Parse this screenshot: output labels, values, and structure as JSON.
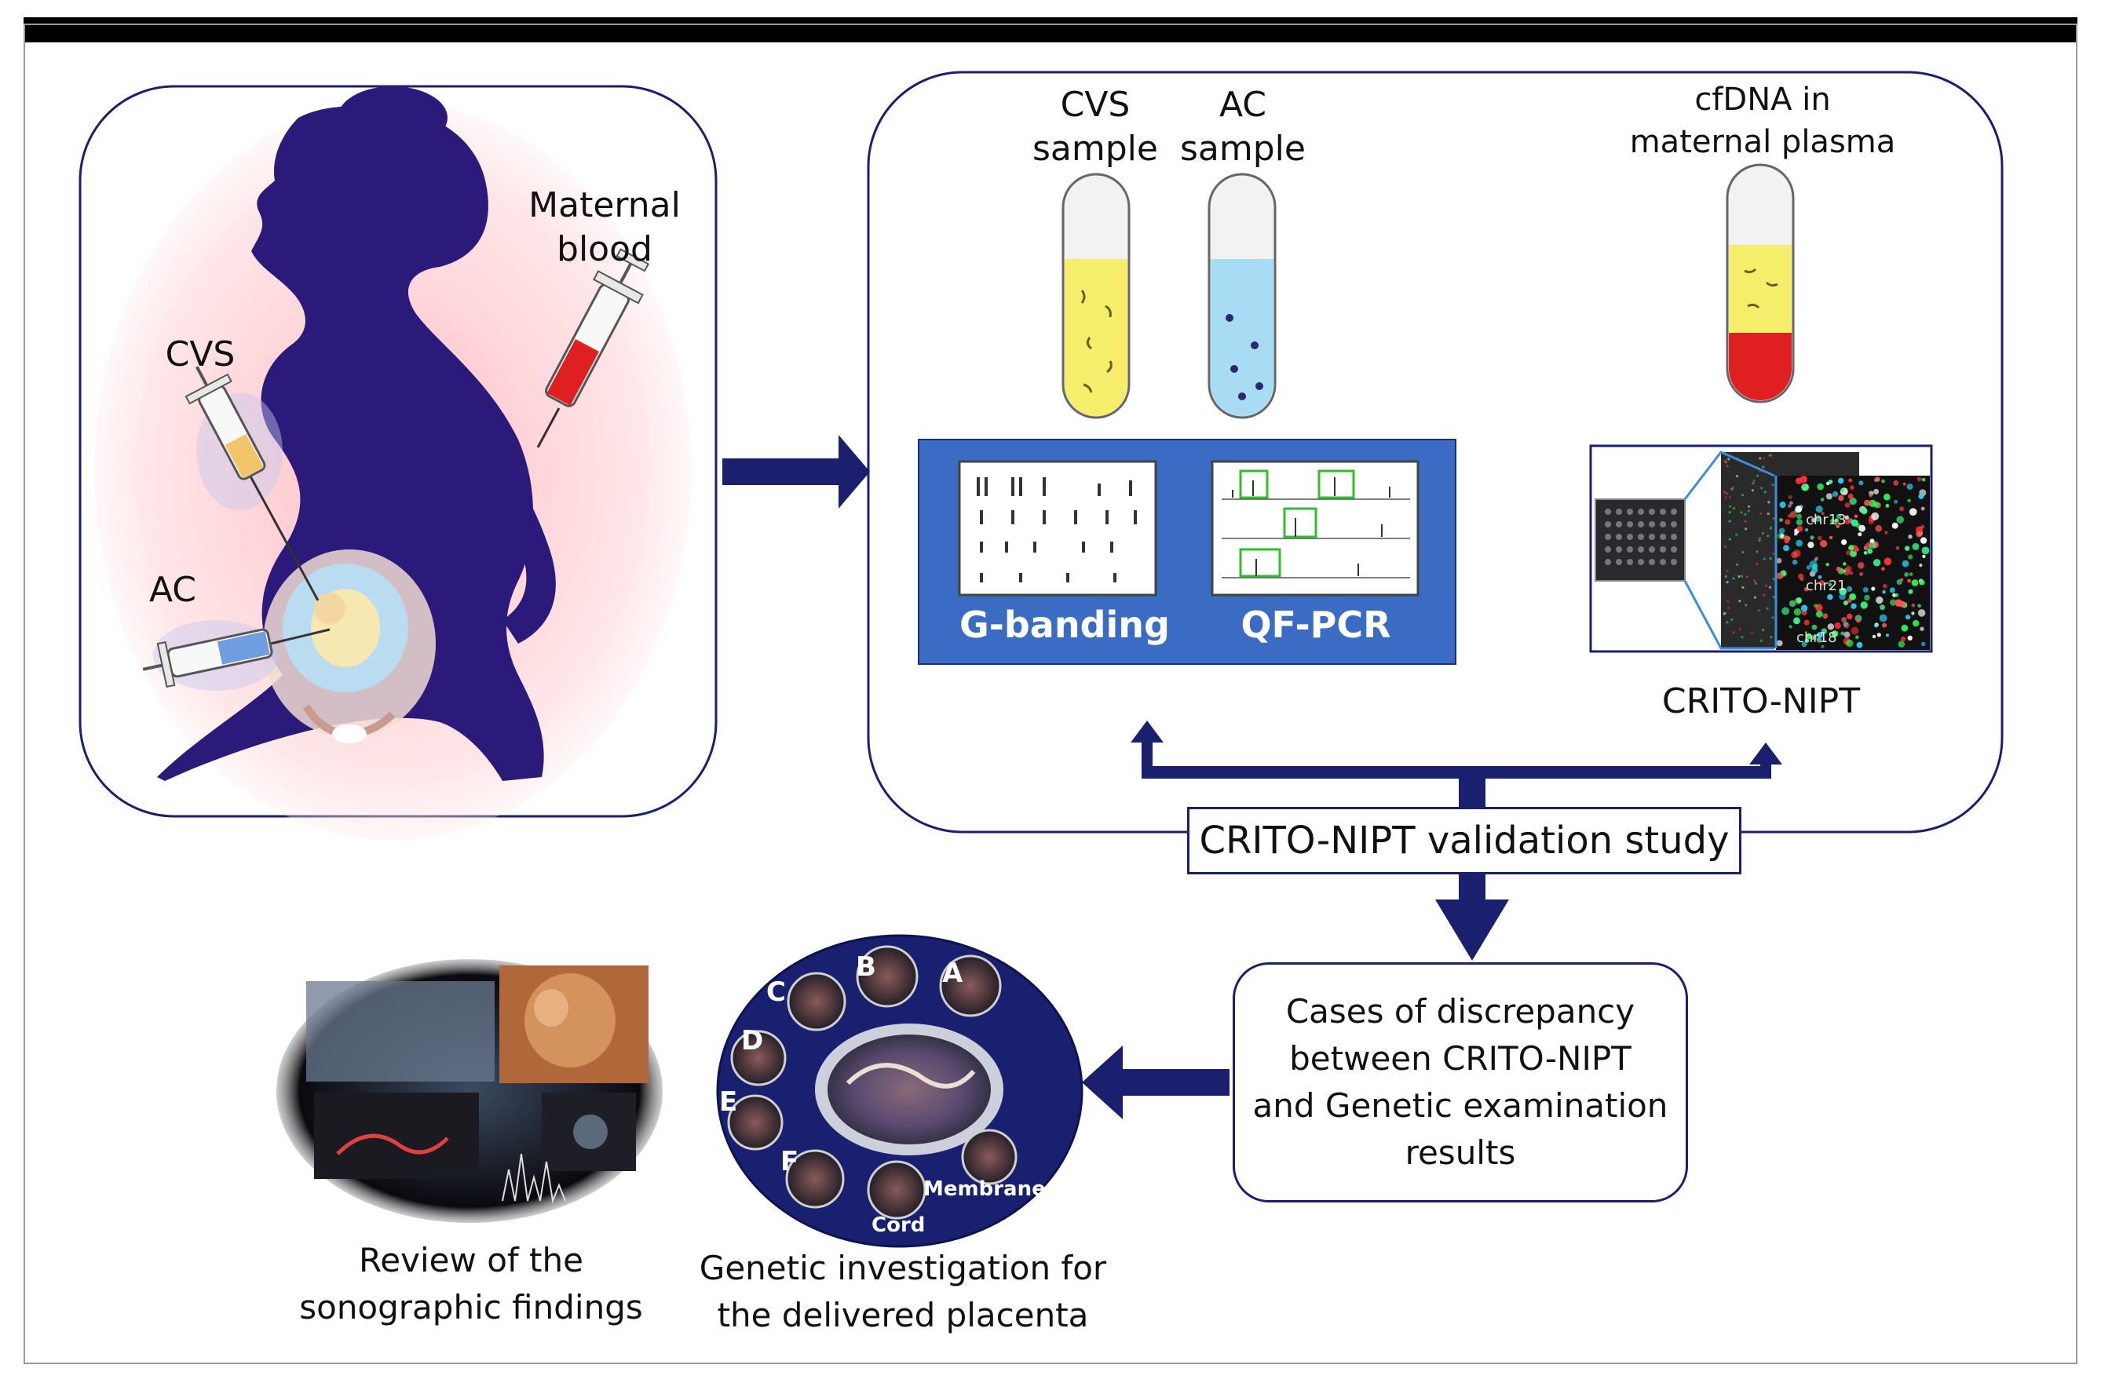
{
  "labels": {
    "maternal_blood": [
      "Maternal",
      "blood"
    ],
    "cvs": "CVS",
    "ac": "AC",
    "cvs_sample": [
      "CVS",
      "sample"
    ],
    "ac_sample": [
      "AC",
      "sample"
    ],
    "cfdna": [
      "cfDNA in",
      "maternal plasma"
    ],
    "g_banding": "G-banding",
    "qf_pcr": "QF-PCR",
    "crito_nipt": "CRITO-NIPT",
    "validation_study": "CRITO-NIPT  validation study",
    "discrepancy": [
      "Cases of discrepancy",
      "between CRITO-NIPT",
      "and Genetic examination",
      "results"
    ],
    "sonographic": [
      "Review of the",
      "sonographic findings"
    ],
    "placenta": [
      "Genetic investigation for",
      "the delivered placenta"
    ],
    "placenta_samples": [
      "A",
      "B",
      "C",
      "D",
      "E",
      "F"
    ],
    "membranes": "Membranes",
    "cord": "Cord",
    "chr_labels": [
      "chr13",
      "chr21",
      "chr18"
    ]
  },
  "colors": {
    "navy": "#1a1f6e",
    "silhouette": "#2b1a7a",
    "panel_blue": "#3a6cc4",
    "cvs_yellow": "#f4ee6a",
    "ac_blue": "#a8dcf5",
    "plasma_red": "#e02020"
  }
}
